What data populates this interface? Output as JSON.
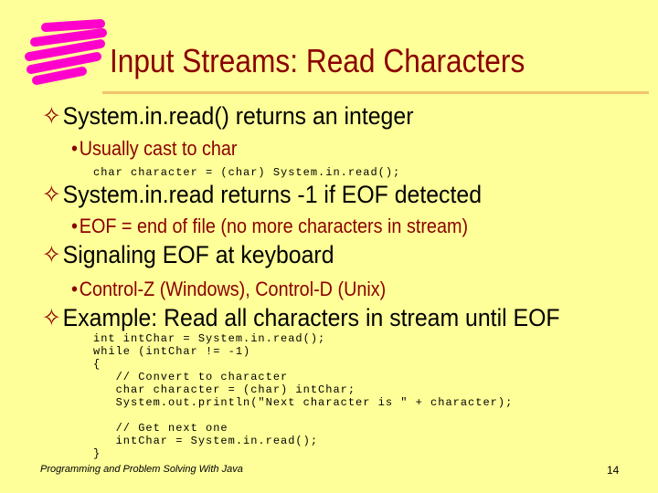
{
  "title": "Input Streams: Read Characters",
  "bullets": [
    {
      "text": "System.in.read() returns an integer"
    },
    {
      "sub": "Usually cast to char"
    },
    {
      "code": "char character = (char) System.in.read();"
    },
    {
      "text": "System.in.read returns -1 if EOF detected"
    },
    {
      "sub": "EOF = end of file (no more characters in stream)"
    },
    {
      "text": "Signaling EOF at keyboard"
    },
    {
      "sub": "Control-Z (Windows), Control-D (Unix)"
    },
    {
      "text": "Example: Read all characters in stream until EOF"
    }
  ],
  "example_code": "int intChar = System.in.read();\nwhile (intChar != -1)\n{\n   // Convert to character\n   char character = (char) intChar;\n   System.out.println(\"Next character is \" + character);\n\n   // Get next one\n   intChar = System.in.read();\n}",
  "footer": "Programming and Problem Solving With Java",
  "page_number": "14",
  "icons": {
    "bullet_level1": "four-point-star-icon",
    "bullet_level2": "dot-icon",
    "logo": "magenta-scribble-icon"
  },
  "colors": {
    "background": "#ffff99",
    "title": "#8b0000",
    "sub_bullet": "#8b0000",
    "logo": "#ff00cc",
    "title_rule": "#f2c46a"
  }
}
